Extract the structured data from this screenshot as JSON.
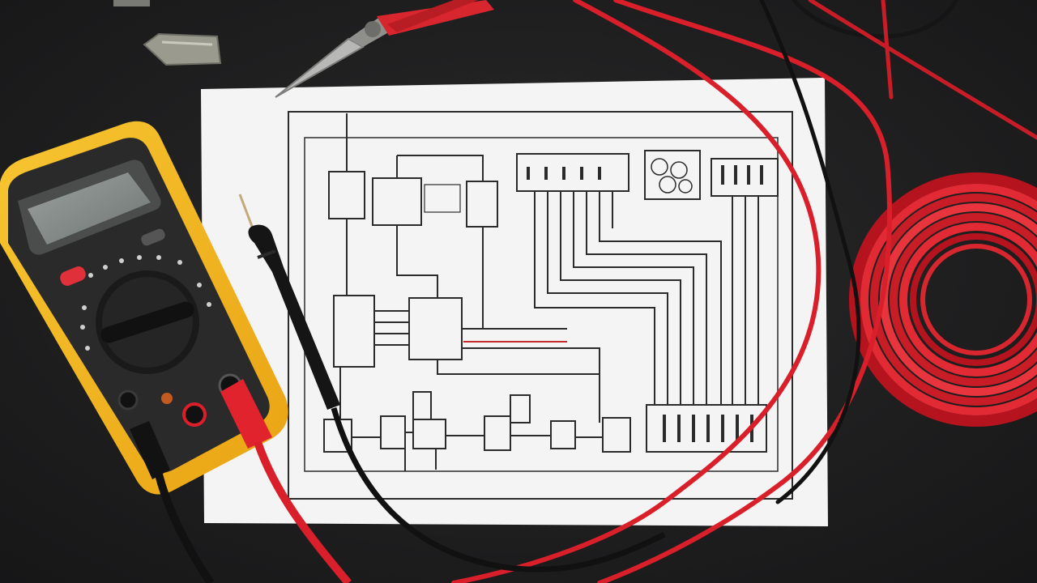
{
  "scene": {
    "subjects": [
      "multimeter",
      "wiring-diagram-sheet",
      "test-probes",
      "red-wire-coil",
      "needle-nose-pliers",
      "wire-clip"
    ]
  },
  "colors": {
    "table": "#1e1e1f",
    "paper": "#f4f4f4",
    "ink": "#2b2b2b",
    "meter_body": "#f2b51c",
    "meter_face": "#2a2a2a",
    "lcd": "#8e9492",
    "wire_red": "#d81f2a",
    "wire_black": "#111111"
  },
  "icons": {
    "meter": "multimeter-icon",
    "pliers": "pliers-icon",
    "coil": "wire-coil-icon",
    "probe": "probe-icon"
  }
}
